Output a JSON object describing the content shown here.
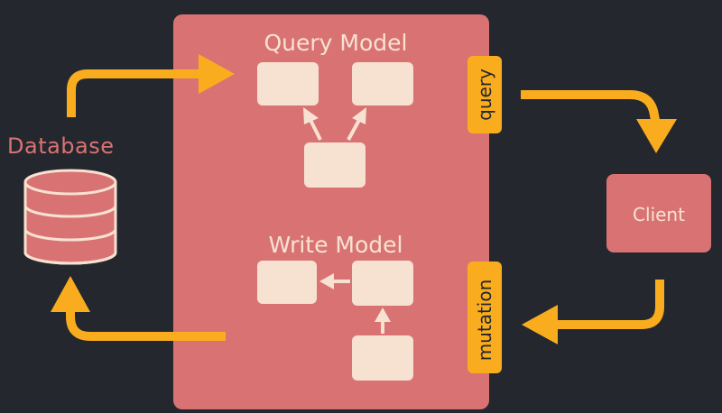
{
  "diagram": {
    "query_model": {
      "title": "Query Model"
    },
    "write_model": {
      "title": "Write Model"
    },
    "database": {
      "label": "Database"
    },
    "client": {
      "label": "Client"
    },
    "tabs": {
      "query": "query",
      "mutation": "mutation"
    }
  },
  "colors": {
    "background": "#24272d",
    "panel": "#d97373",
    "box": "#f7e2d2",
    "arrow": "#f9ad1e"
  },
  "icons": {
    "database": "database-icon"
  }
}
